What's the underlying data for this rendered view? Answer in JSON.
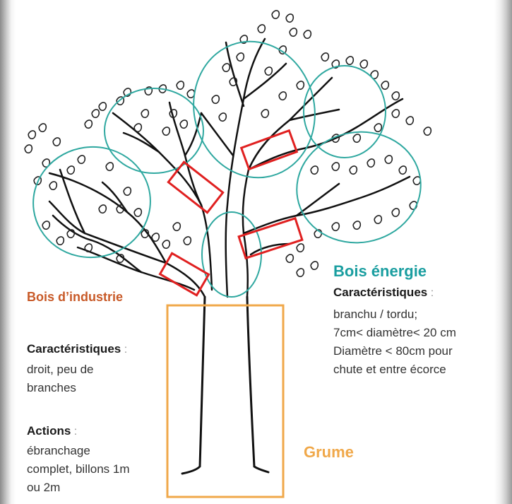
{
  "colors": {
    "industry": "#c85a28",
    "energy": "#1a9ea0",
    "grume": "#f0a84a",
    "cut_box": "#e02020",
    "crown_ellipse": "#2fa8a0",
    "trunk": "#111111"
  },
  "industry": {
    "title": "Bois d’industrie",
    "characteristics_label": "Caractéristiques",
    "characteristics_colon": ":",
    "characteristics_lines": [
      "droit, peu de",
      "branches"
    ],
    "actions_label": "Actions",
    "actions_colon": ":",
    "actions_lines": [
      "ébranchage",
      "complet, billons 1m",
      "ou 2m"
    ]
  },
  "energy": {
    "title": "Bois énergie",
    "characteristics_label": "Caractéristiques",
    "characteristics_colon": ":",
    "characteristics_lines": [
      "branchu / tordu;",
      "7cm< diamètre< 20 cm",
      "Diamètre < 80cm pour",
      "chute et entre écorce"
    ]
  },
  "grume": {
    "title": "Grume"
  }
}
